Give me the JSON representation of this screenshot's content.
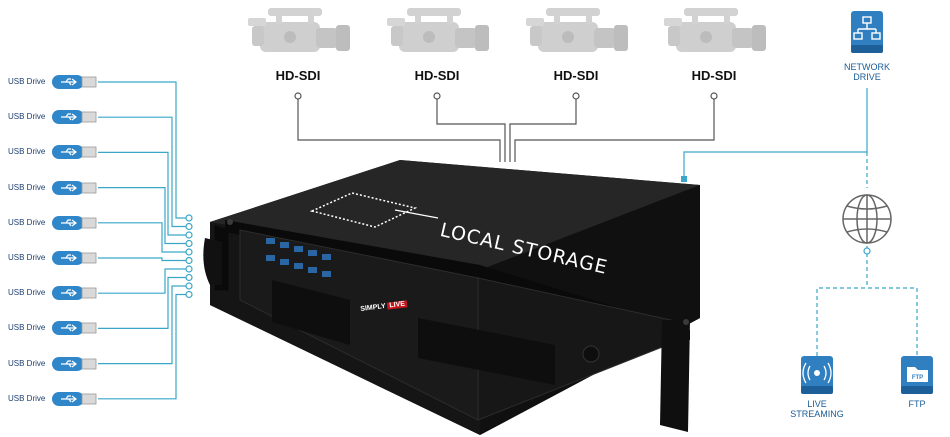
{
  "cameras": [
    {
      "label": "HD-SDI",
      "icon": "video-camera-icon"
    },
    {
      "label": "HD-SDI",
      "icon": "video-camera-icon"
    },
    {
      "label": "HD-SDI",
      "icon": "video-camera-icon"
    },
    {
      "label": "HD-SDI",
      "icon": "video-camera-icon"
    }
  ],
  "usb_drives": [
    {
      "label": "USB Drive"
    },
    {
      "label": "USB Drive"
    },
    {
      "label": "USB Drive"
    },
    {
      "label": "USB Drive"
    },
    {
      "label": "USB Drive"
    },
    {
      "label": "USB Drive"
    },
    {
      "label": "USB Drive"
    },
    {
      "label": "USB Drive"
    },
    {
      "label": "USB Drive"
    },
    {
      "label": "USB Drive"
    }
  ],
  "server": {
    "local_storage_label": "LOCAL STORAGE",
    "brand_simply": "SIMPLY",
    "brand_live": "LIVE"
  },
  "network_drive": {
    "line1": "NETWORK",
    "line2": "DRIVE",
    "icon": "network-drive-icon"
  },
  "internet": {
    "icon": "globe-icon"
  },
  "live_streaming": {
    "line1": "LIVE",
    "line2": "STREAMING",
    "icon": "broadcast-icon"
  },
  "ftp": {
    "label": "FTP",
    "icon_text": "FTP",
    "icon": "ftp-folder-icon"
  },
  "colors": {
    "connector_line": "#3aa6c8",
    "camera_line": "#555555",
    "server_body": "#1c1c1c",
    "icon_blue": "#2f7fc1",
    "label_blue": "#1a5c96"
  }
}
